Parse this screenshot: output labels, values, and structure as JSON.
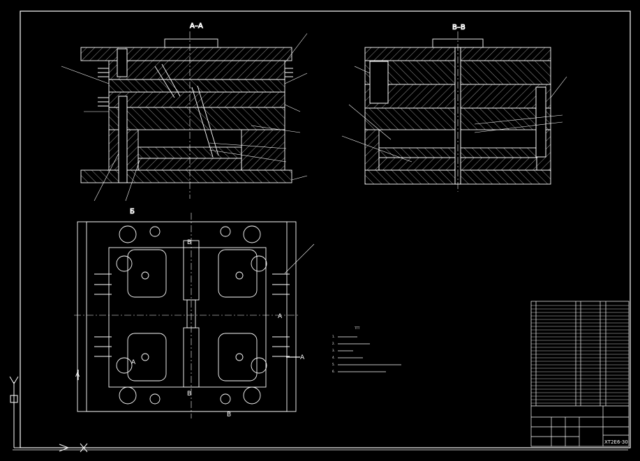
{
  "app": {
    "background": "#000000",
    "line_color": "#ffffff",
    "center_line_color": "#ffffff"
  },
  "views": {
    "section_aa": {
      "label": "A–A"
    },
    "section_bb": {
      "label": "B–B"
    },
    "plan_view": {
      "label": "Б"
    }
  },
  "section_marks": {
    "b_top": "B",
    "b_bottom": "B",
    "a_left": "A",
    "a_right": "A",
    "a_left_low": "A",
    "a_right_low": "A",
    "plan_bottom": "B"
  },
  "notes": {
    "title": "ТТТ",
    "items": [
      "1.",
      "2.",
      "3.",
      "4.",
      "5.",
      "6."
    ]
  },
  "title_block": {
    "drawing_number": "ХТ2Е6-30"
  }
}
